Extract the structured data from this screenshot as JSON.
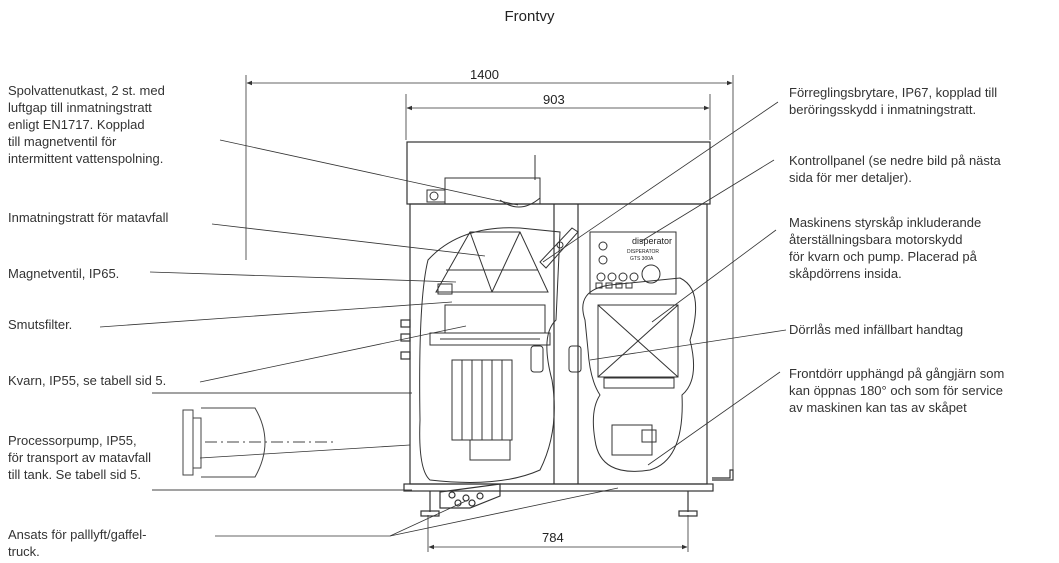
{
  "title": "Frontvy",
  "dimensions": {
    "total_width": "1400",
    "upper_width": "903",
    "bottom_width": "784"
  },
  "labels_left": [
    "Spolvattenutkast, 2 st. med\nluftgap till inmatningstratt\nenligt EN1717. Kopplad\ntill magnetventil för\nintermittent vattenspolning.",
    "Inmatningstratt för matavfall",
    "Magnetventil, IP65.",
    "Smutsfilter.",
    "Kvarn, IP55, se tabell sid 5.",
    "Processorpump, IP55,\nför transport av matavfall\ntill tank. Se tabell sid 5.",
    "Ansats för palllyft/gaffel-\ntruck."
  ],
  "labels_right": [
    "Förreglingsbrytare, IP67, kopplad till\nberöringsskydd i inmatningstratt.",
    "Kontrollpanel (se nedre bild på nästa\nsida för mer detaljer).",
    "Maskinens styrskåp inkluderande\nåterställningsbara motorskydd\nför kvarn och pump. Placerad på\nskåpdörrens insida.",
    "Dörrlås med infällbart handtag",
    "Frontdörr upphängd på gångjärn som\nkan öppnas 180° och som för service\nav maskinen kan tas av skåpet"
  ],
  "panel": {
    "brand": "disperator",
    "model_line1": "DISPERATOR",
    "model_line2": "GTS 300A"
  },
  "colors": {
    "line": "#333333",
    "text": "#222222",
    "background": "#ffffff"
  }
}
